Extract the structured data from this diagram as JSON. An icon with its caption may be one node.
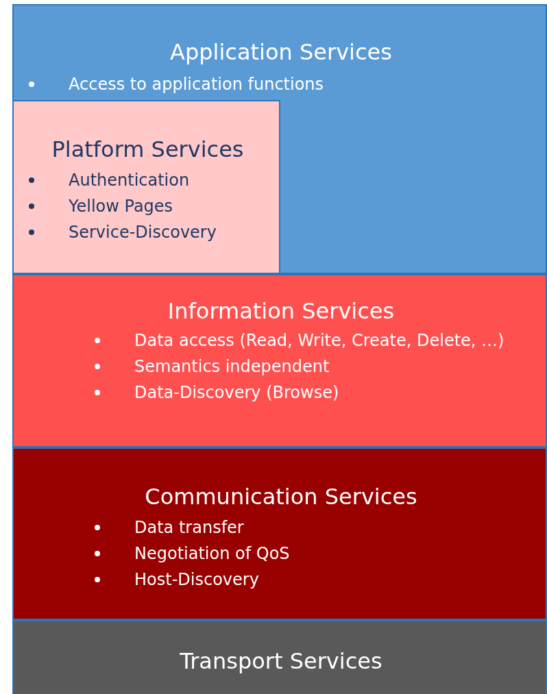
{
  "diagram": {
    "nodes": [
      {
        "text": [
          "Application Services",
          "Access to application functions"
        ]
      },
      {
        "text": [
          "Platform Services",
          "Authentication",
          "Yellow Pages",
          "Service-Discovery"
        ],
        "in": 0
      },
      {
        "text": [
          "Information Services",
          "Data access (Read, Write, Create, Delete, …)",
          "Semantics independent",
          "Data-Discovery (Browse)"
        ]
      },
      {
        "text": [
          "Communication Services",
          "Data transfer",
          "Negotiation of QoS",
          "Host-Discovery"
        ]
      },
      {
        "text": [
          "Transport Services"
        ]
      }
    ]
  }
}
